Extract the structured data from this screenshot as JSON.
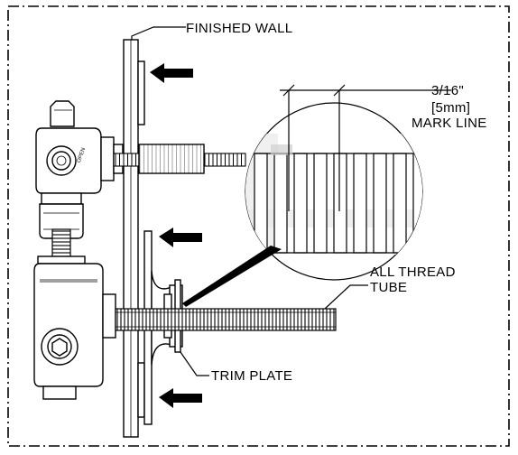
{
  "labels": {
    "finished_wall": "FINISHED WALL",
    "mark_line_1": "3/16\"",
    "mark_line_2": "[5mm]",
    "mark_line_3": "MARK LINE",
    "all_thread_1": "ALL THREAD",
    "all_thread_2": "TUBE",
    "trim_plate": "TRIM PLATE"
  },
  "icons": {
    "arrows": "arrow-left-icon",
    "valve_marking": "OPEN"
  }
}
